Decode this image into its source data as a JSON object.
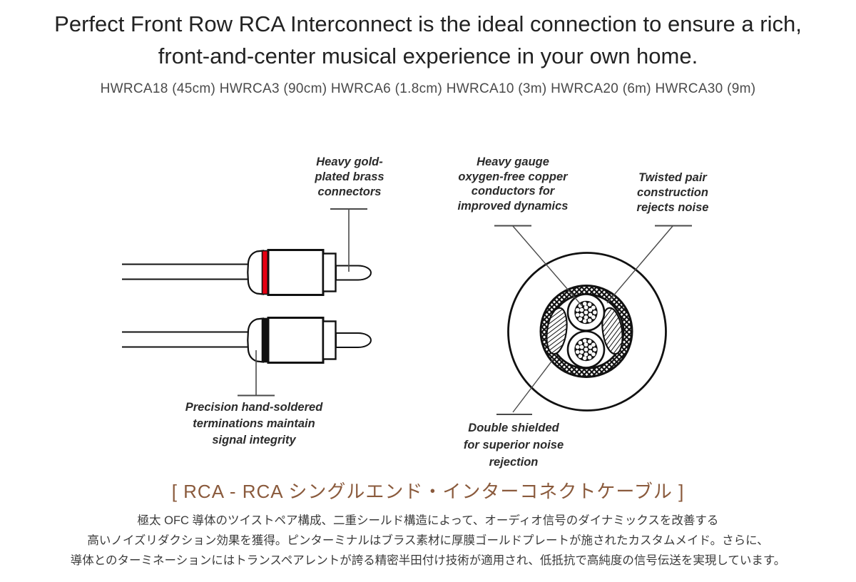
{
  "header": {
    "headline": "Perfect Front Row RCA Interconnect is the ideal connection to ensure a rich,\nfront-and-center musical experience in your own home.",
    "models": "HWRCA18 (45cm) HWRCA3 (90cm) HWRCA6 (1.8cm) HWRCA10 (3m) HWRCA20 (6m) HWRCA30 (9m)"
  },
  "diagram": {
    "callouts": {
      "connectors": "Heavy gold-\nplated brass\nconnectors",
      "terminations": "Precision hand-soldered\nterminations maintain\nsignal integrity",
      "conductors": "Heavy gauge\noxygen-free copper\nconductors for\nimproved dynamics",
      "twisted_pair": "Twisted pair\nconstruction\nrejects noise",
      "shielding": "Double shielded\nfor superior noise\nrejection"
    }
  },
  "jp_section": {
    "title": "[ RCA - RCA シングルエンド・インターコネクトケーブル ]",
    "body_lines": [
      "極太 OFC 導体のツイストペア構成、二重シールド構造によって、オーディオ信号のダイナミックスを改善する",
      "高いノイズリダクション効果を獲得。ピンターミナルはブラス素材に厚膜ゴールドプレートが施されたカスタムメイド。さらに、",
      "導体とのターミネーションにはトランスペアレントが誇る精密半田付け技術が適用され、低抵抗で高純度の信号伝送を実現しています。"
    ]
  },
  "colors": {
    "headline_text": "#222222",
    "models_text": "#4a4a4a",
    "callout_text": "#2b2b2b",
    "line_art": "#111111",
    "red_channel_ring": "#e60012",
    "black_channel_ring": "#111111",
    "callout_line_gray": "#4a4a4a",
    "jp_title_brown": "#8a5a3c",
    "jp_body_text": "#3b3b3b"
  }
}
